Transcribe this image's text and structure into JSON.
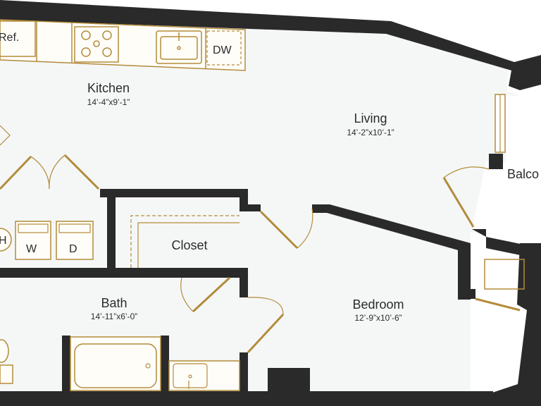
{
  "rooms": {
    "kitchen": {
      "label": "Kitchen",
      "dims": "14’-4”x9’-1”"
    },
    "living": {
      "label": "Living",
      "dims": "14’-2”x10’-1”"
    },
    "bath": {
      "label": "Bath",
      "dims": "14’-11”x6’-0”"
    },
    "bedroom": {
      "label": "Bedroom",
      "dims": "12’-9”x10’-6”"
    },
    "closet": {
      "label": "Closet"
    },
    "balcony": {
      "label": "Balco"
    }
  },
  "fixtures": {
    "refrigerator": "Ref.",
    "dishwasher": "DW",
    "washer": "W",
    "dryer": "D",
    "water_heater": "H"
  },
  "colors": {
    "wall": "#2a2a2a",
    "floor": "#f5f7f7",
    "accent": "#b38b3a",
    "background": "#ffffff"
  }
}
